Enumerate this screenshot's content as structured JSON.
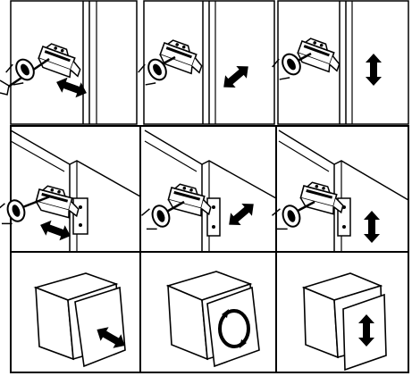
{
  "figure": {
    "description_visible_text": "",
    "layout": {
      "rows": 3,
      "columns": 3
    },
    "panels": [
      {
        "row": 1,
        "col": 1,
        "scene": "hinge-adjustment",
        "tool": "screwdriver",
        "arrow": "double-horizontal"
      },
      {
        "row": 1,
        "col": 2,
        "scene": "hinge-adjustment",
        "tool": "screwdriver",
        "arrow": "double-diagonal"
      },
      {
        "row": 1,
        "col": 3,
        "scene": "hinge-adjustment",
        "tool": "screwdriver",
        "arrow": "double-vertical"
      },
      {
        "row": 2,
        "col": 1,
        "scene": "hinge-on-cabinet",
        "tool": "screwdriver",
        "arrow": "double-horizontal"
      },
      {
        "row": 2,
        "col": 2,
        "scene": "hinge-on-cabinet",
        "tool": "screwdriver",
        "arrow": "double-diagonal"
      },
      {
        "row": 2,
        "col": 3,
        "scene": "hinge-on-cabinet",
        "tool": "screwdriver",
        "arrow": "double-vertical"
      },
      {
        "row": 3,
        "col": 1,
        "scene": "cabinet-door",
        "arrow": "double-horizontal"
      },
      {
        "row": 3,
        "col": 2,
        "scene": "cabinet-door",
        "arrow": "circular"
      },
      {
        "row": 3,
        "col": 3,
        "scene": "cabinet-door",
        "arrow": "double-vertical"
      }
    ],
    "colors": {
      "ink": "#000000",
      "paper": "#ffffff"
    }
  }
}
